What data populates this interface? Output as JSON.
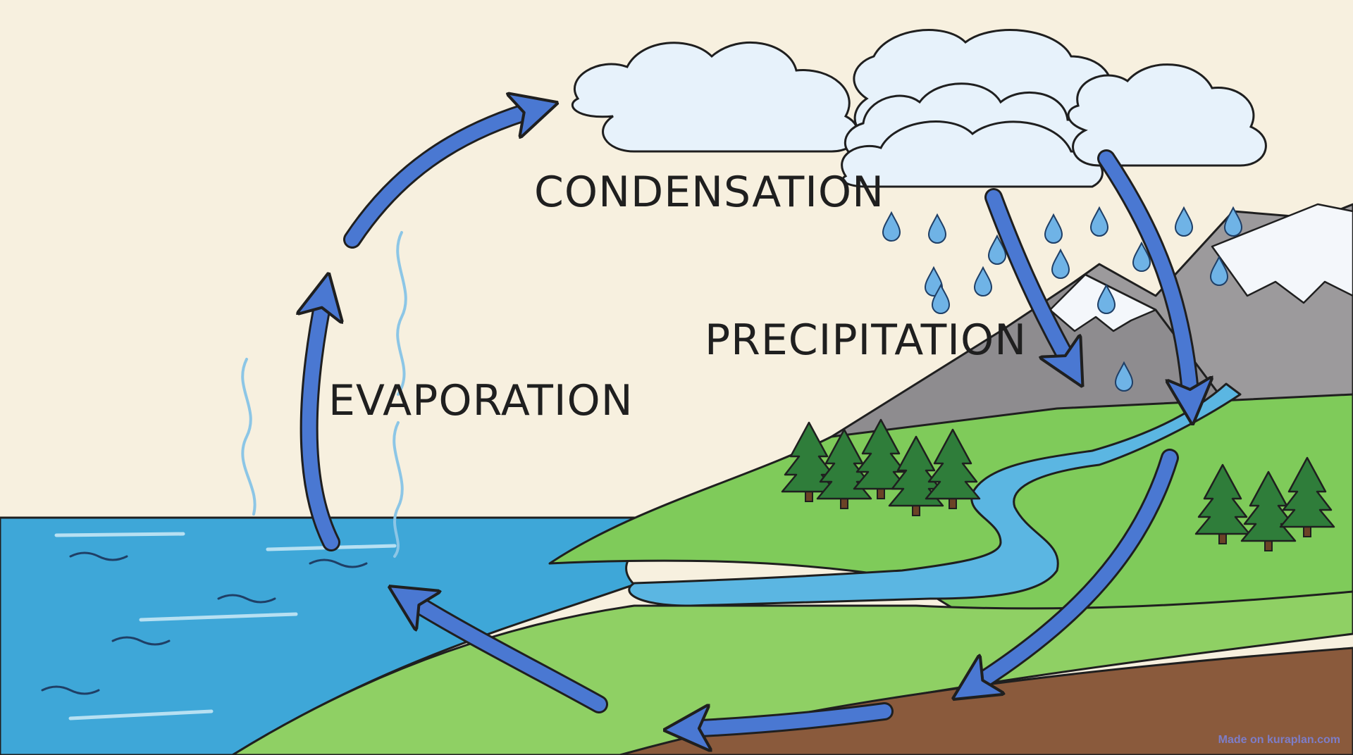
{
  "labels": {
    "condensation": "CONDENSATION",
    "precipitation": "PRECIPITATION",
    "evaporation": "EVAPORATION"
  },
  "watermark": "Made on kuraplan.com",
  "colors": {
    "background": "#f7f0df",
    "ocean": "#3ea7d8",
    "ocean_light": "#7ccbea",
    "grass": "#7fcb5a",
    "grass_dark": "#5aa63c",
    "soil": "#8a5a3c",
    "mountain": "#9c9a9c",
    "snow": "#f4f7fb",
    "cloud": "#e7f2fb",
    "tree": "#2f7d3a",
    "arrow": "#4a78d2",
    "raindrop": "#6fb3e6",
    "outline": "#1f1f1f"
  }
}
